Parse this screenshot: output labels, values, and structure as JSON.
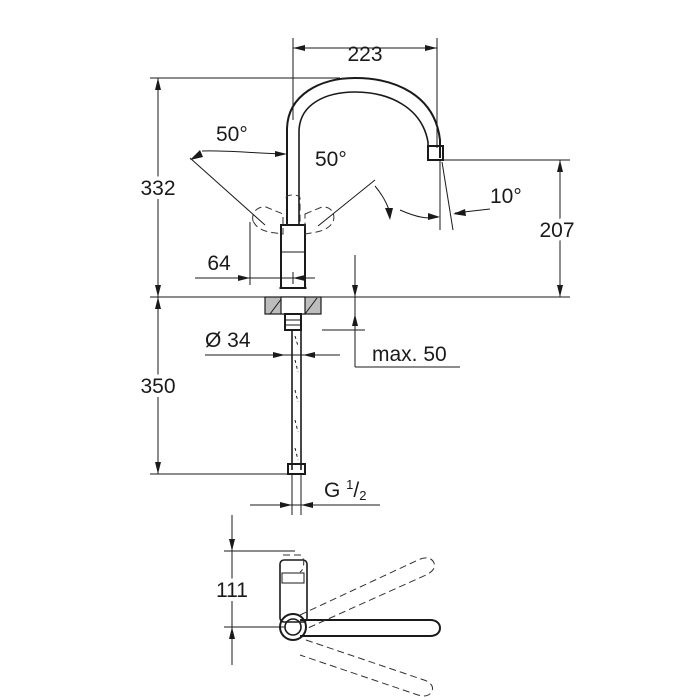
{
  "dimensions": {
    "spout_reach": "223",
    "total_height": "332",
    "spout_height": "207",
    "handle_angle_left": "50°",
    "handle_angle_right": "50°",
    "spout_tilt_angle": "10°",
    "handle_offset": "64",
    "mount_hole_diameter": "Ø 34",
    "max_deck_thickness": "max. 50",
    "hose_length": "350",
    "connection_thread_main": "G ",
    "connection_thread_num": "1",
    "connection_thread_den": "2",
    "plan_view_depth": "111"
  },
  "colors": {
    "line": "#1a1a1a",
    "hidden_line": "#333333",
    "hatch": "#bdbdbd",
    "background": "#ffffff"
  }
}
